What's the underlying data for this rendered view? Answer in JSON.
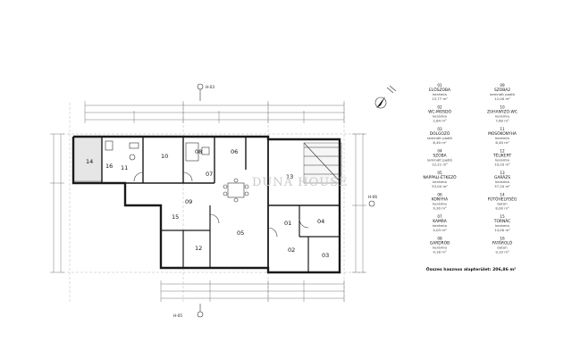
{
  "plan": {
    "section_markers": [
      "H-03",
      "H-05",
      "H-06"
    ],
    "watermark": "DUNA HOUSE",
    "rooms": [
      "01",
      "02",
      "03",
      "04",
      "05",
      "06",
      "07",
      "08",
      "09",
      "10",
      "11",
      "12",
      "13",
      "14",
      "15",
      "16"
    ]
  },
  "legend": {
    "entries": [
      {
        "no": "01",
        "name": "ELŐSZOBA",
        "finish": "kerámia",
        "area": "13,77 m²"
      },
      {
        "no": "09",
        "name": "SZOBA2",
        "finish": "laminált padló",
        "area": "12,00 m²"
      },
      {
        "no": "02",
        "name": "WC-MOSDÓ",
        "finish": "kerámia",
        "area": "2,64 m²"
      },
      {
        "no": "10",
        "name": "ZUHANYZÓ-WC",
        "finish": "kerámia",
        "area": "7,60 m²"
      },
      {
        "no": "03",
        "name": "DOLGOZÓ",
        "finish": "laminált padló",
        "area": "6,40 m²"
      },
      {
        "no": "11",
        "name": "MOSÓKONYHA",
        "finish": "kerámia",
        "area": "6,40 m²"
      },
      {
        "no": "04",
        "name": "SZOBA",
        "finish": "laminált padló",
        "area": "12,21 m²"
      },
      {
        "no": "12",
        "name": "TÉLIKERT",
        "finish": "kerámia",
        "area": "10,20 m²"
      },
      {
        "no": "05",
        "name": "NAPPALI-ÉTKEZŐ",
        "finish": "kerámia",
        "area": "53,04 m²"
      },
      {
        "no": "13",
        "name": "GARÁZS",
        "finish": "kerámia",
        "area": "37,20 m²"
      },
      {
        "no": "06",
        "name": "KONYHA",
        "finish": "kerámia",
        "area": "9,30 m²"
      },
      {
        "no": "14",
        "name": "FŰTŐHELYISÉG",
        "finish": "beton",
        "area": "8,00 m²"
      },
      {
        "no": "07",
        "name": "KAMRA",
        "finish": "kerámia",
        "area": "4,03 m²"
      },
      {
        "no": "15",
        "name": "TORNÁC",
        "finish": "kerámia",
        "area": "14,00 m²"
      },
      {
        "no": "08",
        "name": "GARDRÓB",
        "finish": "kerámia",
        "area": "4,18 m²"
      },
      {
        "no": "16",
        "name": "FATÁROLÓ",
        "finish": "beton",
        "area": "9,10 m²"
      }
    ],
    "total": "Összes hasznos alapterület: 206,86 m²"
  },
  "colors": {
    "wall": "#1a1a1a",
    "watermark": "#c9c9c9"
  }
}
